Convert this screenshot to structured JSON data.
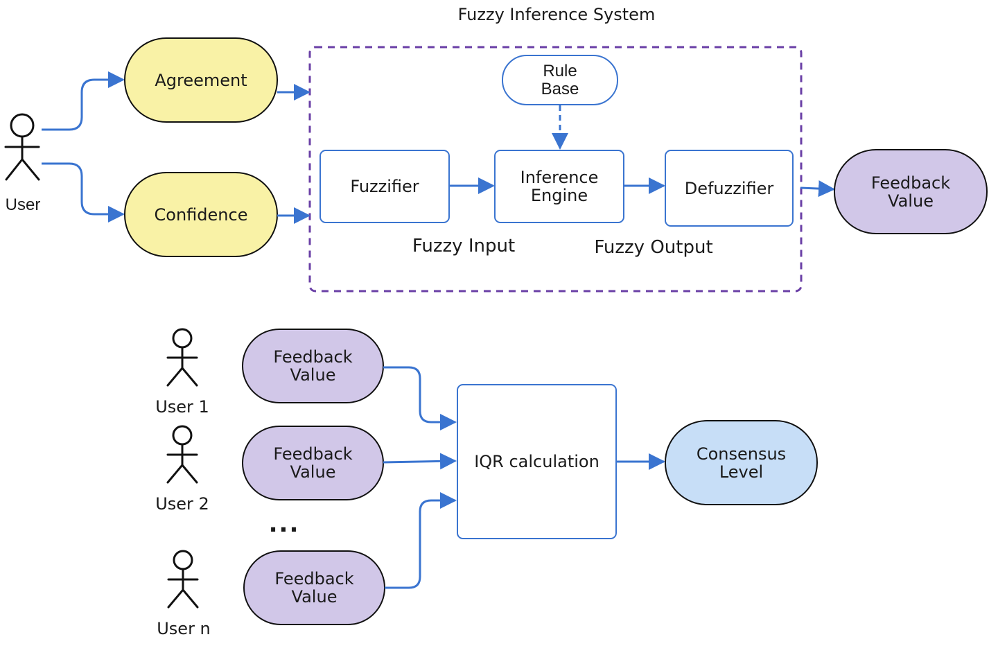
{
  "title": "Fuzzy Inference System",
  "top": {
    "user_label": "User",
    "agreement": "Agreement",
    "confidence": "Confidence",
    "rule_base": [
      "Rule",
      "Base"
    ],
    "fuzzifier": "Fuzzifier",
    "inference_engine": [
      "Inference",
      "Engine"
    ],
    "defuzzifier": "Defuzzifier",
    "fuzzy_input": "Fuzzy Input",
    "fuzzy_output": "Fuzzy Output",
    "feedback_value": [
      "Feedback",
      "Value"
    ]
  },
  "bottom": {
    "users": [
      "User 1",
      "User 2",
      "User n"
    ],
    "feedback_value": [
      "Feedback",
      "Value"
    ],
    "ellipsis": "...",
    "iqr": "IQR calculation",
    "consensus": [
      "Consensus",
      "Level"
    ]
  },
  "colors": {
    "arrow": "#3a74d0",
    "yellow_fill": "#f9f2a6",
    "purple_fill": "#d1c7e8",
    "blue_fill": "#c7def7",
    "box_stroke": "#3a74d0",
    "dashed_border": "#6a3fa6"
  }
}
